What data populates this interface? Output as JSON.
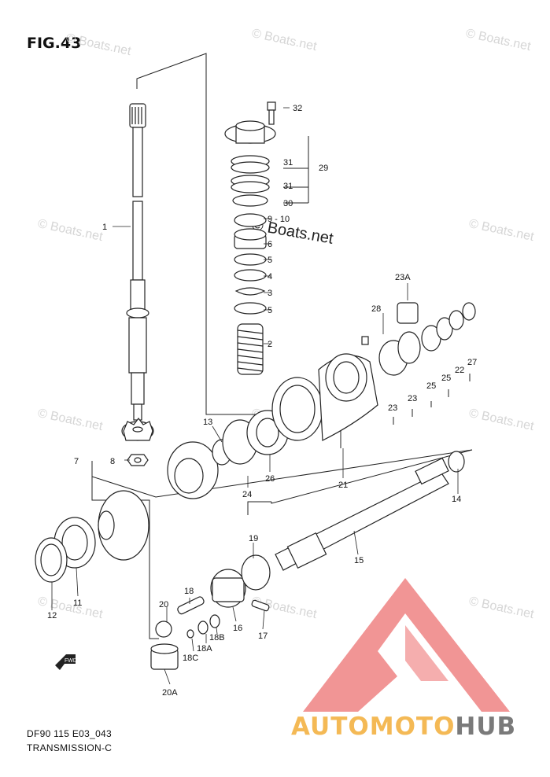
{
  "figure": {
    "title": "FIG.43",
    "code": "DF90 115 E03_043",
    "subtitle": "TRANSMISSION-C"
  },
  "watermark": {
    "text": "© Boats.net",
    "color": "#d6d6d6"
  },
  "brand": {
    "auto": "AUTO",
    "moto": "MOTO",
    "hub": "HUB",
    "accent_color": "#f4b955",
    "logo_color": "#f08a8a"
  },
  "callouts": {
    "c1": "1",
    "c2": "2",
    "c3": "3",
    "c4": "4",
    "c5a": "5",
    "c5b": "5",
    "c6": "6",
    "c7": "7",
    "c8": "8",
    "c9_10": "9 - 10",
    "c11": "11",
    "c12": "12",
    "c13": "13",
    "c14": "14",
    "c15": "15",
    "c16": "16",
    "c17": "17",
    "c18": "18",
    "c18a": "18A",
    "c18b": "18B",
    "c18c": "18C",
    "c19": "19",
    "c20": "20",
    "c20a": "20A",
    "c21": "21",
    "c22": "22",
    "c23a": "23",
    "c23b": "23",
    "c23A": "23A",
    "c24": "24",
    "c25a": "25",
    "c25b": "25",
    "c26": "26",
    "c27": "27",
    "c28": "28",
    "c29": "29",
    "c30": "30",
    "c31a": "31",
    "c31b": "31",
    "c32": "32",
    "fwd": "FWD"
  }
}
